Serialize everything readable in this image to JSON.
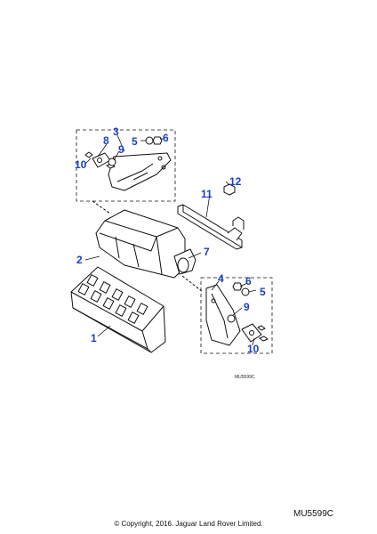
{
  "callouts": [
    "1",
    "2",
    "3",
    "4",
    "5",
    "6",
    "7",
    "8",
    "9",
    "10",
    "11",
    "12"
  ],
  "callout_color": "#1a3fc4",
  "drawing_code_small": "MU5599C",
  "drawing_code": "MU5599C",
  "copyright": "© Copyright, 2016. Jaguar Land Rover Limited."
}
